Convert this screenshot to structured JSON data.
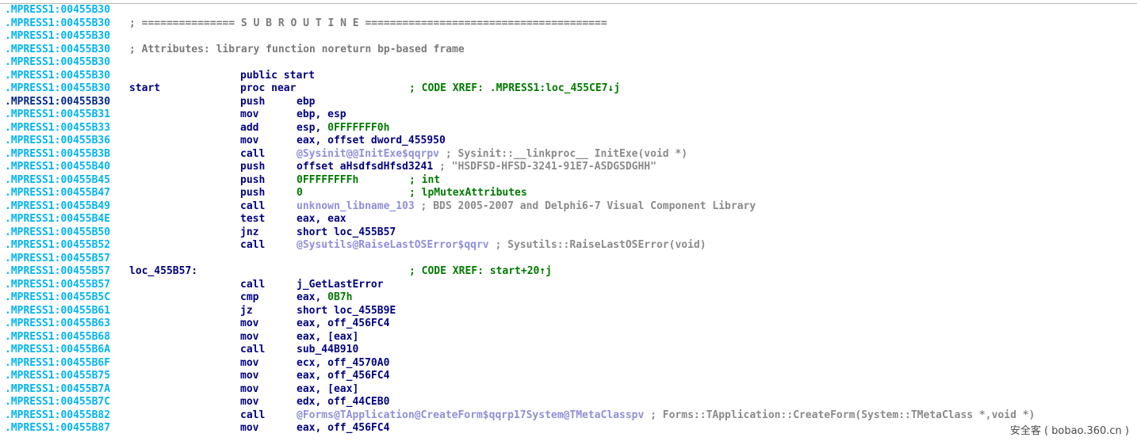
{
  "lines": [
    {
      "addr": ".MPRESS1:00455B30"
    },
    {
      "addr": ".MPRESS1:00455B30",
      "comment": "; =============== S U B R O U T I N E ======================================="
    },
    {
      "addr": ".MPRESS1:00455B30"
    },
    {
      "addr": ".MPRESS1:00455B30",
      "comment": "; Attributes: library function noreturn bp-based frame"
    },
    {
      "addr": ".MPRESS1:00455B30"
    },
    {
      "addr": ".MPRESS1:00455B30",
      "mnem": "public start"
    },
    {
      "addr": ".MPRESS1:00455B30",
      "label": "start",
      "mnem": "proc near",
      "xref": "; CODE XREF: .MPRESS1:loc_455CE7↓j"
    },
    {
      "addr": ".MPRESS1:00455B30",
      "highlight": true,
      "mnem": "push",
      "ops": [
        {
          "t": "ebp",
          "k": "op-part"
        }
      ]
    },
    {
      "addr": ".MPRESS1:00455B31",
      "mnem": "mov",
      "ops": [
        {
          "t": "ebp, esp",
          "k": "op-part"
        }
      ]
    },
    {
      "addr": ".MPRESS1:00455B33",
      "mnem": "add",
      "ops": [
        {
          "t": "esp, ",
          "k": "op-part"
        },
        {
          "t": "0FFFFFFF0h",
          "k": "op-num"
        }
      ]
    },
    {
      "addr": ".MPRESS1:00455B36",
      "mnem": "mov",
      "ops": [
        {
          "t": "eax, offset dword_455950",
          "k": "op-part"
        }
      ]
    },
    {
      "addr": ".MPRESS1:00455B3B",
      "mnem": "call",
      "ops": [
        {
          "t": "@Sysinit@@InitExe$qqrpv",
          "k": "op-fn"
        },
        {
          "t": " ; Sysinit::__linkproc__ InitExe(void *)",
          "k": "cmt"
        }
      ]
    },
    {
      "addr": ".MPRESS1:00455B40",
      "mnem": "push",
      "ops": [
        {
          "t": "offset aHsdfsdHfsd3241",
          "k": "op-part"
        },
        {
          "t": " ; \"HSDFSD-HFSD-3241-91E7-ASDGSDGHH\"",
          "k": "cmt"
        }
      ]
    },
    {
      "addr": ".MPRESS1:00455B45",
      "mnem": "push",
      "ops": [
        {
          "t": "0FFFFFFFFh",
          "k": "op-num"
        }
      ],
      "acmt": "; int"
    },
    {
      "addr": ".MPRESS1:00455B47",
      "mnem": "push",
      "ops": [
        {
          "t": "0",
          "k": "op-num"
        }
      ],
      "acmt": "; lpMutexAttributes"
    },
    {
      "addr": ".MPRESS1:00455B49",
      "mnem": "call",
      "ops": [
        {
          "t": "unknown_libname_103",
          "k": "op-fn"
        },
        {
          "t": " ; BDS 2005-2007 and Delphi6-7 Visual Component Library",
          "k": "cmt"
        }
      ]
    },
    {
      "addr": ".MPRESS1:00455B4E",
      "mnem": "test",
      "ops": [
        {
          "t": "eax, eax",
          "k": "op-part"
        }
      ]
    },
    {
      "addr": ".MPRESS1:00455B50",
      "mnem": "jnz",
      "ops": [
        {
          "t": "short loc_455B57",
          "k": "op-part"
        }
      ]
    },
    {
      "addr": ".MPRESS1:00455B52",
      "mnem": "call",
      "ops": [
        {
          "t": "@Sysutils@RaiseLastOSError$qqrv",
          "k": "op-fn"
        },
        {
          "t": " ; Sysutils::RaiseLastOSError(void)",
          "k": "cmt"
        }
      ]
    },
    {
      "addr": ".MPRESS1:00455B57"
    },
    {
      "addr": ".MPRESS1:00455B57",
      "label": "loc_455B57:",
      "xref": "; CODE XREF: start+20↑j"
    },
    {
      "addr": ".MPRESS1:00455B57",
      "mnem": "call",
      "ops": [
        {
          "t": "j_GetLastError",
          "k": "op-part"
        }
      ]
    },
    {
      "addr": ".MPRESS1:00455B5C",
      "mnem": "cmp",
      "ops": [
        {
          "t": "eax, ",
          "k": "op-part"
        },
        {
          "t": "0B7h",
          "k": "op-num"
        }
      ]
    },
    {
      "addr": ".MPRESS1:00455B61",
      "mnem": "jz",
      "ops": [
        {
          "t": "short loc_455B9E",
          "k": "op-part"
        }
      ]
    },
    {
      "addr": ".MPRESS1:00455B63",
      "mnem": "mov",
      "ops": [
        {
          "t": "eax, off_456FC4",
          "k": "op-part"
        }
      ]
    },
    {
      "addr": ".MPRESS1:00455B68",
      "mnem": "mov",
      "ops": [
        {
          "t": "eax, [eax]",
          "k": "op-part"
        }
      ]
    },
    {
      "addr": ".MPRESS1:00455B6A",
      "mnem": "call",
      "ops": [
        {
          "t": "sub_44B910",
          "k": "op-part"
        }
      ]
    },
    {
      "addr": ".MPRESS1:00455B6F",
      "mnem": "mov",
      "ops": [
        {
          "t": "ecx, off_4570A0",
          "k": "op-part"
        }
      ]
    },
    {
      "addr": ".MPRESS1:00455B75",
      "mnem": "mov",
      "ops": [
        {
          "t": "eax, off_456FC4",
          "k": "op-part"
        }
      ]
    },
    {
      "addr": ".MPRESS1:00455B7A",
      "mnem": "mov",
      "ops": [
        {
          "t": "eax, [eax]",
          "k": "op-part"
        }
      ]
    },
    {
      "addr": ".MPRESS1:00455B7C",
      "mnem": "mov",
      "ops": [
        {
          "t": "edx, off_44CEB0",
          "k": "op-part"
        }
      ]
    },
    {
      "addr": ".MPRESS1:00455B82",
      "mnem": "call",
      "ops": [
        {
          "t": "@Forms@TApplication@CreateForm$qqrp17System@TMetaClasspv",
          "k": "op-fn"
        },
        {
          "t": " ; Forms::TApplication::CreateForm(System::TMetaClass *,void *)",
          "k": "cmt"
        }
      ]
    },
    {
      "addr": ".MPRESS1:00455B87",
      "mnem": "mov",
      "ops": [
        {
          "t": "eax, off_456FC4",
          "k": "op-part"
        }
      ]
    }
  ],
  "watermark": "安全客 ( bobao.360.cn )",
  "colors": {
    "address": "#00b4f0",
    "address_current": "#002a8a",
    "instruction": "#000080",
    "number": "#007a00",
    "function": "#8f8fd8",
    "comment": "#8a8a8a"
  }
}
